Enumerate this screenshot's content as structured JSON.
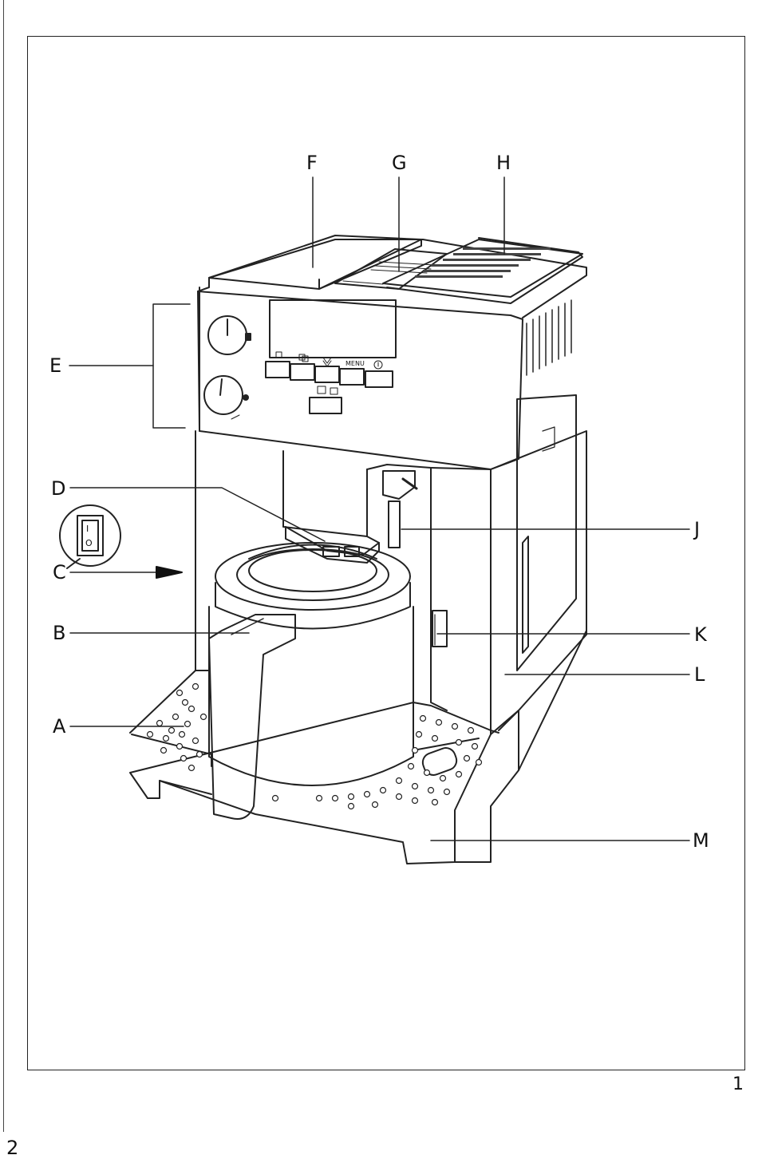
{
  "figure_number": "1",
  "page_number": "2",
  "callouts": {
    "A": "A",
    "B": "B",
    "C": "C",
    "D": "D",
    "E": "E",
    "F": "F",
    "G": "G",
    "H": "H",
    "J": "J",
    "K": "K",
    "L": "L",
    "M": "M"
  },
  "panel": {
    "menu_label": "MENU"
  },
  "power_switch": {
    "on": "I",
    "off": "O"
  }
}
